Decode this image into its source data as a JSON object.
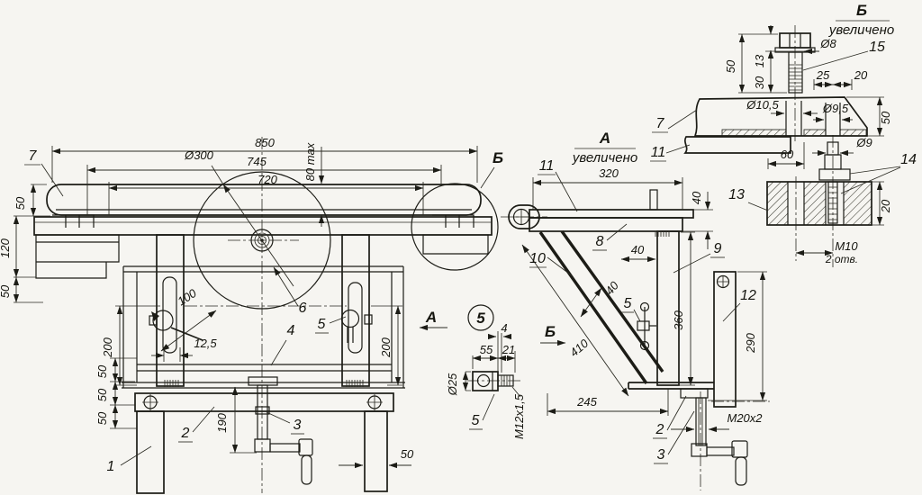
{
  "main_view": {
    "dims": {
      "len850": "850",
      "len745": "745",
      "len720": "720",
      "dia300": "Ø300",
      "max80": "80 max",
      "t50": "50",
      "t120": "120",
      "t50b": "50",
      "lever100": "100",
      "off125": "12,5",
      "slot200l": "200",
      "slot200r": "200",
      "ch50a": "50",
      "ch50b": "50",
      "ch50c": "50",
      "screw190": "190",
      "leg50": "50"
    },
    "callouts": {
      "n1": "1",
      "n2": "2",
      "n3": "3",
      "n4": "4",
      "n5": "5",
      "n6": "6",
      "n7": "7",
      "detail_b": "Б"
    },
    "view_arrow": "А",
    "detail_circle": "5"
  },
  "side_view": {
    "caption": {
      "letter": "А",
      "word": "увеличено"
    },
    "dims": {
      "w320": "320",
      "h40": "40",
      "g40": "40",
      "b40": "40",
      "h360": "360",
      "l410": "410",
      "w245": "245",
      "h290": "290",
      "thread": "M20x2"
    },
    "callouts": {
      "n11": "11",
      "n8": "8",
      "n10": "10",
      "n9": "9",
      "n5": "5",
      "n2": "2",
      "n3": "3",
      "n12": "12"
    },
    "view_arrow": "Б"
  },
  "part5_detail": {
    "dims": {
      "l55": "55",
      "c4": "4",
      "l21": "21",
      "dia25": "Ø25",
      "thread": "M12x1,5"
    },
    "callout": "5"
  },
  "detail_b": {
    "caption": {
      "letter": "Б",
      "word": "увеличено"
    },
    "dims": {
      "h50": "50",
      "h13": "13",
      "h30": "30",
      "dia8": "Ø8",
      "o25": "25",
      "o20": "20",
      "dia105": "Ø10,5",
      "dia95": "Ø9,5",
      "h50s": "50",
      "dia9": "Ø9",
      "o60": "60",
      "h20": "20",
      "thread": "M10",
      "holes": "2 отв."
    },
    "callouts": {
      "n15": "15",
      "n7": "7",
      "n11": "11",
      "n13": "13",
      "n14": "14"
    }
  }
}
